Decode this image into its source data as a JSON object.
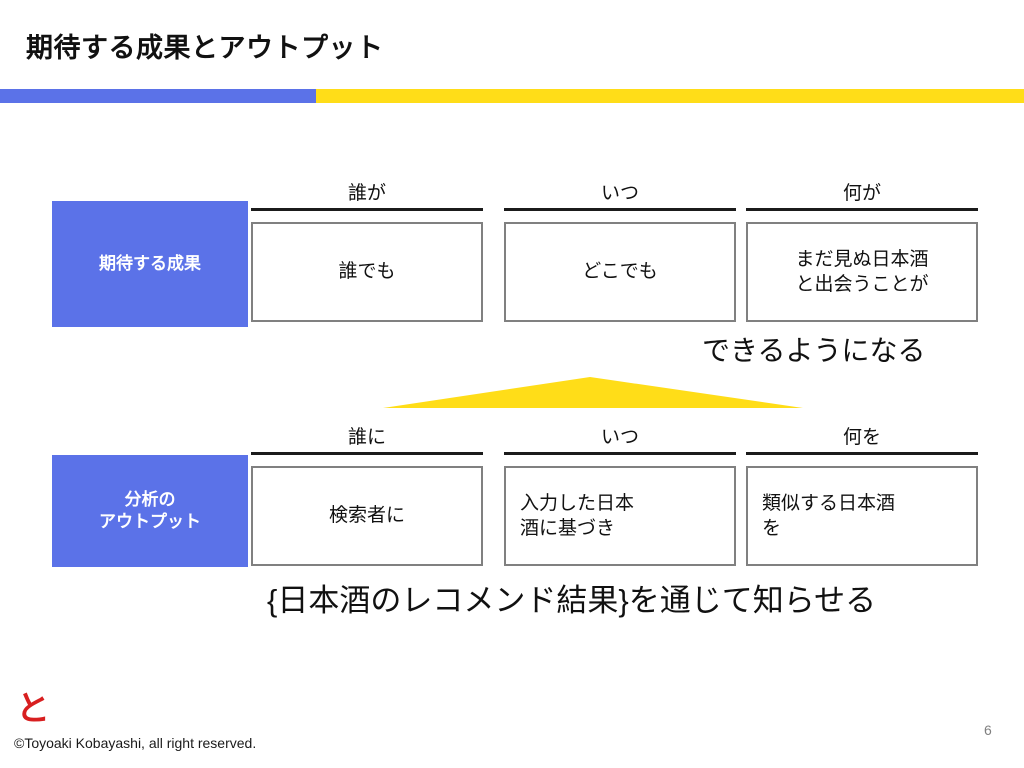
{
  "slide": {
    "title": "期待する成果とアウトプット",
    "page_number": "6",
    "colors": {
      "accent_blue": "#5b72e8",
      "accent_yellow": "#ffdd18",
      "box_border": "#808080",
      "rule": "#1b1b1b",
      "logo_red": "#d81f20",
      "page_number": "#808080"
    }
  },
  "divider": {
    "blue_label": "divider-blue-segment",
    "yellow_label": "divider-yellow-segment"
  },
  "matrix": {
    "rows": [
      {
        "label": "期待する成果",
        "align": "center",
        "columns": [
          {
            "header": "誰が",
            "value": "誰でも"
          },
          {
            "header": "いつ",
            "value": "どこでも"
          },
          {
            "header": "何が",
            "value": "まだ見ぬ日本酒\nと出会うことが"
          }
        ]
      },
      {
        "label": "分析の\nアウトプット",
        "align": "left",
        "columns": [
          {
            "header": "誰に",
            "value": "検索者に"
          },
          {
            "header": "いつ",
            "value": "入力した日本\n酒に基づき"
          },
          {
            "header": "何を",
            "value": "類似する日本酒\nを"
          }
        ]
      }
    ]
  },
  "captions": {
    "top": "できるようになる",
    "bottom": "{日本酒のレコメンド結果}を通じて知らせる"
  },
  "footer": {
    "logo_glyph": "と",
    "copyright": "©Toyoaki Kobayashi, all right reserved."
  }
}
